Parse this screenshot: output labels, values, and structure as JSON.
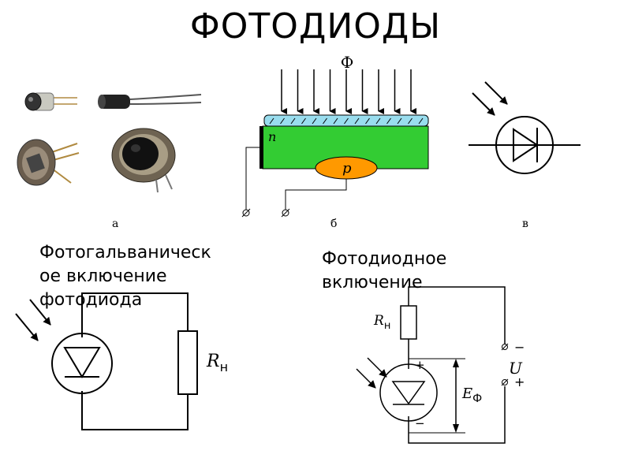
{
  "title": "ФОТОДИОДЫ",
  "captions": {
    "a": "а",
    "b": "б",
    "v": "в"
  },
  "labels": {
    "flux": "Ф",
    "n_region": "n",
    "p_region": "p",
    "load_R": "R",
    "load_sub": "н",
    "load2_R": "R",
    "load2_sub": "н",
    "U": "U",
    "emf_E": "E",
    "emf_sub": "Ф",
    "plus_top": "+",
    "minus_bottom": "−",
    "supply_minus": "−",
    "supply_plus": "+"
  },
  "sections": {
    "photovoltaic": [
      "Фотогальваническ",
      "ое включение",
      "фотодиода"
    ],
    "photodiode": [
      "Фотодиодное",
      "включение"
    ]
  },
  "colors": {
    "n_region": "#33cc33",
    "p_region": "#ff9900",
    "window": "#99ddee"
  }
}
